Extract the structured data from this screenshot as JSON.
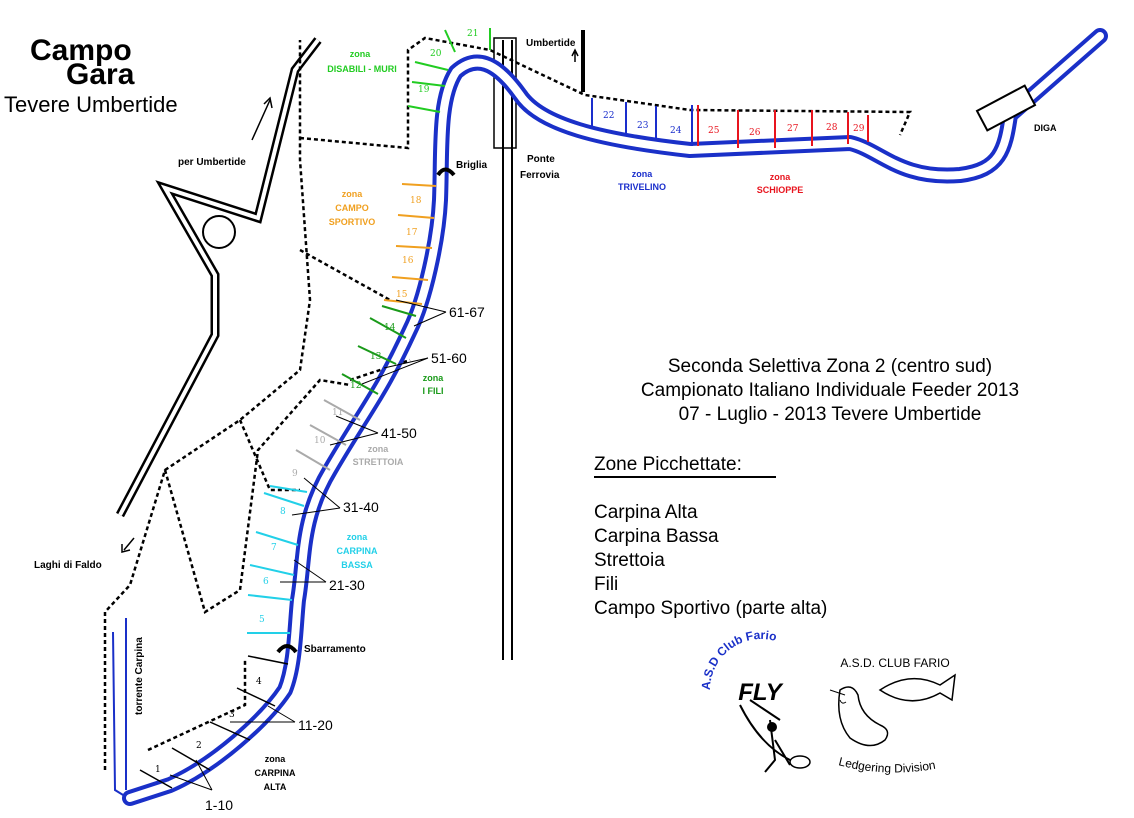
{
  "title": {
    "line1": "Campo",
    "line2": "Gara",
    "line3": "Tevere Umbertide"
  },
  "labels": {
    "per_umbertide": "per Umbertide",
    "umbertide": "Umbertide",
    "laghi_di_faldo": "Laghi di Faldo",
    "torrente_carpina": "torrente Carpina",
    "briglia": "Briglia",
    "ponte_line1": "Ponte",
    "ponte_line2": "Ferrovia",
    "diga": "DIGA",
    "sbarramento": "Sbarramento"
  },
  "zones": [
    {
      "key": "disabili",
      "line1": "zona",
      "line2": "DISABILI - MURI",
      "color": "#22cc22"
    },
    {
      "key": "campo_sportivo",
      "line1": "zona",
      "line2": "CAMPO",
      "line3": "SPORTIVO",
      "color": "#f0a020"
    },
    {
      "key": "fili",
      "line1": "zona",
      "line2": "I FILI",
      "color": "#1a9a1a"
    },
    {
      "key": "strettoia",
      "line1": "zona",
      "line2": "STRETTOIA",
      "color": "#aaaaaa"
    },
    {
      "key": "carpina_bassa",
      "line1": "zona",
      "line2": "CARPINA",
      "line3": "BASSA",
      "color": "#22d0e8"
    },
    {
      "key": "carpina_alta",
      "line1": "zona",
      "line2": "CARPINA",
      "line3": "ALTA",
      "color": "#000000"
    },
    {
      "key": "trivelino",
      "line1": "zona",
      "line2": "TRIVELINO",
      "color": "#1a2ecc"
    },
    {
      "key": "schioppe",
      "line1": "zona",
      "line2": "SCHIOPPE",
      "color": "#e8141e"
    }
  ],
  "stations": [
    "1",
    "2",
    "3",
    "4",
    "5",
    "6",
    "7",
    "8",
    "9",
    "10",
    "11",
    "12",
    "13",
    "14",
    "15",
    "16",
    "17",
    "18",
    "19",
    "20",
    "21",
    "22",
    "23",
    "24",
    "25",
    "26",
    "27",
    "28",
    "29"
  ],
  "ranges": [
    "1-10",
    "11-20",
    "21-30",
    "31-40",
    "41-50",
    "51-60",
    "61-67"
  ],
  "info": {
    "line1": "Seconda Selettiva Zona 2 (centro sud)",
    "line2": "Campionato Italiano Individuale Feeder 2013",
    "line3": "07 - Luglio - 2013 Tevere Umbertide",
    "heading": "Zone Picchettate:",
    "list": [
      "Carpina Alta",
      "Carpina Bassa",
      "Strettoia",
      "Fili",
      "Campo Sportivo (parte alta)"
    ]
  },
  "logos": {
    "fly_club": "A.S.D Club Fario",
    "fly_word": "FLY",
    "fario_title": "A.S.D. CLUB FARIO",
    "fario_sub": "Ledgering Division"
  },
  "colors": {
    "river": "#1a30c8",
    "disabili": "#22cc22",
    "campo_sportivo": "#f0a020",
    "fili": "#1a9a1a",
    "strettoia": "#aaaaaa",
    "carpina_bassa": "#22d0e8",
    "carpina_alta": "#000000",
    "trivelino": "#1a2ecc",
    "schioppe": "#e8141e"
  }
}
